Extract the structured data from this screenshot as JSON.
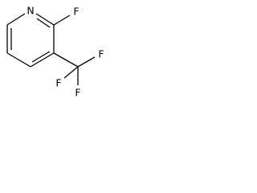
{
  "structure": {
    "atoms": {
      "nitrogen": "N",
      "ring_fluorine": "F",
      "cf3_fluorine_right": "F",
      "cf3_fluorine_lower_left": "F",
      "cf3_fluorine_bottom": "F"
    },
    "bond_color": "#000000",
    "background": "#ffffff"
  }
}
